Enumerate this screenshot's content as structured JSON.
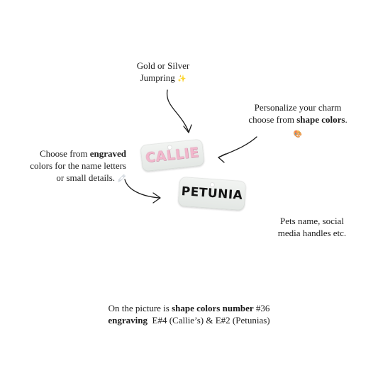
{
  "annotations": {
    "jumpring": {
      "line1": "Gold or Silver",
      "line2": "Jumpring",
      "icon": "✨"
    },
    "shape": {
      "line1": "Personalize your charm",
      "line2_prefix": "choose from ",
      "line2_bold": "shape colors",
      "line2_suffix": ".",
      "icon": "🎨"
    },
    "engraved": {
      "line1_prefix": "Choose from ",
      "line1_bold": "engraved",
      "line2": "colors for the name letters",
      "line3": "or small details.",
      "icon": "🖍"
    },
    "pets": {
      "line1": "Pets name, social",
      "line2": "media handles etc."
    }
  },
  "charms": {
    "callie": {
      "text": "CALLIE",
      "color": "#f2b7cc"
    },
    "petunia": {
      "text": "PETUNIA",
      "color": "#151515"
    }
  },
  "footer": {
    "line1_prefix": "On the picture is ",
    "line1_bold": "shape colors number",
    "line1_suffix": " #36",
    "line2_bold": "engraving",
    "line2_rest": "  E#4 (Callie’s) & E#2 (Petunias)"
  }
}
